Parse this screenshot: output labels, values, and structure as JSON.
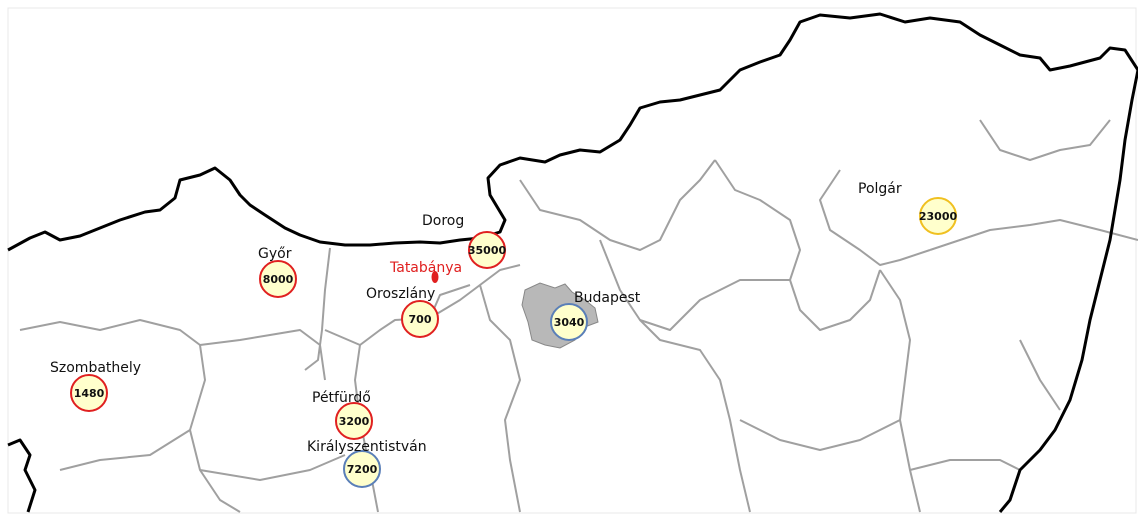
{
  "map": {
    "cities": [
      {
        "id": "gyor",
        "name": "Győr",
        "value": "8000",
        "ring": "red"
      },
      {
        "id": "dorog",
        "name": "Dorog",
        "value": "35000",
        "ring": "red"
      },
      {
        "id": "tatabanya",
        "name": "Tatabánya",
        "value": null,
        "ring": null,
        "highlight": true
      },
      {
        "id": "oroszlany",
        "name": "Oroszlány",
        "value": "700",
        "ring": "red"
      },
      {
        "id": "budapest",
        "name": "Budapest",
        "value": "3040",
        "ring": "blue"
      },
      {
        "id": "polgar",
        "name": "Polgár",
        "value": "23000",
        "ring": "gold"
      },
      {
        "id": "szombathely",
        "name": "Szombathely",
        "value": "1480",
        "ring": "red"
      },
      {
        "id": "petfurdo",
        "name": "Pétfürdő",
        "value": "3200",
        "ring": "red"
      },
      {
        "id": "kiralyszentistvan",
        "name": "Királyszentistván",
        "value": "7200",
        "ring": "blue"
      }
    ],
    "colors": {
      "marker_fill": "#ffffcc",
      "ring_red": "#e02020",
      "ring_blue": "#5a7fb8",
      "ring_gold": "#f0c020",
      "border_national": "#000000",
      "border_county": "#a0a0a0",
      "budapest_fill": "#b8b8b8",
      "highlight_text": "#e02020"
    }
  }
}
